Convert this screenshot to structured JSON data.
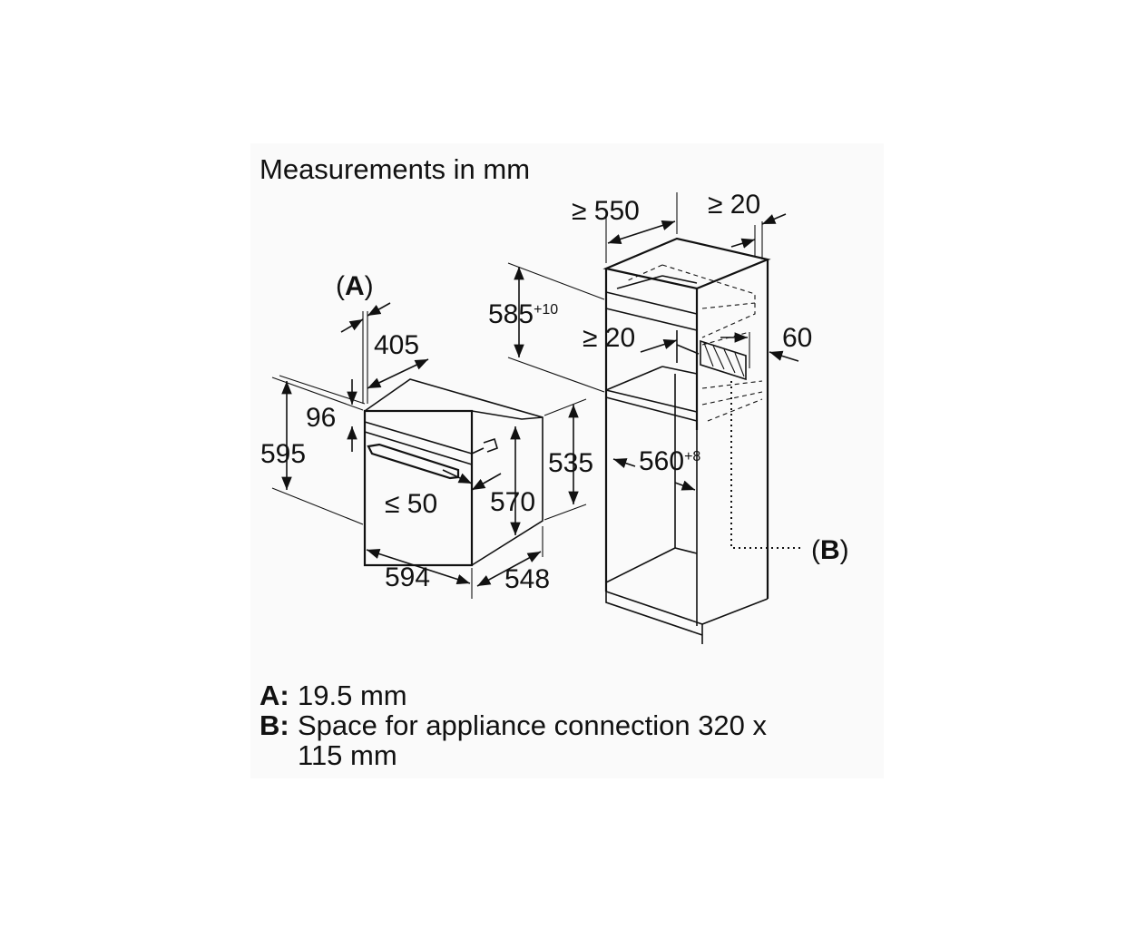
{
  "title": "Measurements in mm",
  "oven": {
    "marker_a": "A",
    "dim_a_depth": "405",
    "dim_top": "96",
    "dim_height": "595",
    "dim_clearance": "≤ 50",
    "dim_inner_height": "570",
    "dim_side_height": "535",
    "dim_width": "594",
    "dim_depth": "548"
  },
  "cabinet": {
    "dim_depth": "≥ 550",
    "dim_back_gap": "≥ 20",
    "dim_niche_height": "585",
    "dim_niche_height_tol": "+10",
    "dim_shelf_gap": "≥ 20",
    "dim_vent": "60",
    "dim_niche_width": "560",
    "dim_niche_width_tol": "+8",
    "marker_b": "B"
  },
  "legend": [
    {
      "key": "A:",
      "text": "19.5 mm"
    },
    {
      "key": "B:",
      "text": "Space for appliance connection 320 x 115 mm"
    }
  ]
}
